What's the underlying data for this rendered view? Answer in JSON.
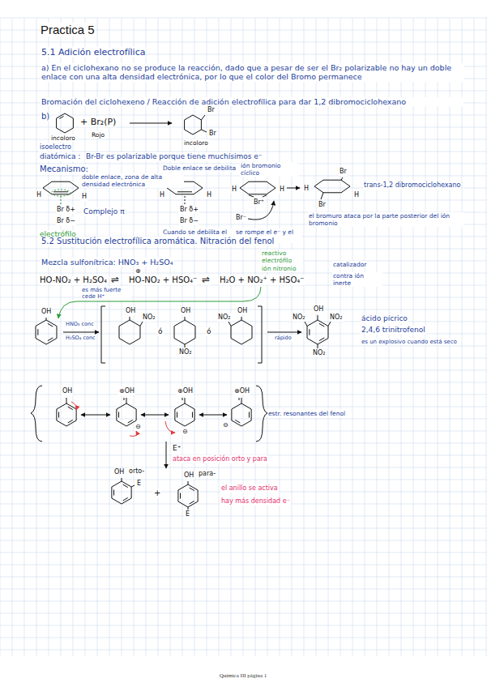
{
  "diagram": {
    "title": "Practica 5",
    "caption": "Química III página 1",
    "labels": [
      "5.1 Adición electrofílica",
      "a) En el ciclohexano no se produce la reacción, dado que a pesar de ser el Br₂ polarizable no hay un doble enlace con una alta densidad electrónica, por lo que el color del Bromo permanece",
      "Bromación del ciclohexeno / Reacción de adición electrofílica para dar 1,2 dibromociclohexano",
      "b)",
      "+ Br₂(P)",
      "Br",
      "Br",
      "incoloro",
      "Rojo",
      "incoloro",
      "isoelectro",
      "diatómica :",
      "Br-Br es polarizable porque tiene muchísimos e⁻",
      "Mecanismo:",
      "doble enlace, zona de alta densidad electrónica",
      "H",
      "H",
      "Br δ+",
      "Br δ−",
      "Complejo π",
      "electrófilo",
      "Doble enlace se debilita",
      "H",
      "H",
      "Br δ+",
      "Br δ−",
      "Cuando se debilita el enlace Br-Br",
      "ión bromonio cíclico",
      "H",
      "H",
      "Br⁺",
      "Br⁻",
      "se rompe el e⁻ y el Br-Br",
      "H",
      "H",
      "Br",
      "Br",
      "trans-1,2 dibromociclohexano",
      "el bromuro ataca por la parte posterior del ión bromonio",
      "5.2 Sustitución electrofílica aromática. Nitración del fenol",
      "reactivo electrófilo",
      "ión nitronio",
      "Mezcla sulfonítrica: HNO₃ + H₂SO₄",
      "HO-NO₂ + H₂SO₄",
      "⇌",
      "⊕",
      "HO-NO₂ + HSO₄⁻",
      "⇌",
      "H₂O + NO₂⁺ + HSO₄⁻",
      "catalizador",
      "contra ión inerte",
      "es más fuerte cede H⁺",
      "OH",
      "HNO₃ conc",
      "H₂SO₄ conc",
      "OH",
      "NO₂",
      "ó",
      "OH",
      "NO₂",
      "ó",
      "OH",
      "NO₂",
      "rápido",
      "OH",
      "NO₂",
      "NO₂",
      "NO₂",
      "ácido pícrico",
      "2,4,6 trinitrofenol",
      "es un explosivo cuando está seco",
      "OH",
      "⊕OH",
      "⊖",
      "⊕OH",
      "⊖",
      "⊕OH",
      "⊖",
      "estr. resonantes del fenol",
      "E⁺",
      "ataca en posición orto y para",
      "OH",
      "orto-",
      "E",
      "+",
      "OH",
      "para-",
      "E",
      "el anillo se activa",
      "hay más densidad e⁻"
    ]
  }
}
